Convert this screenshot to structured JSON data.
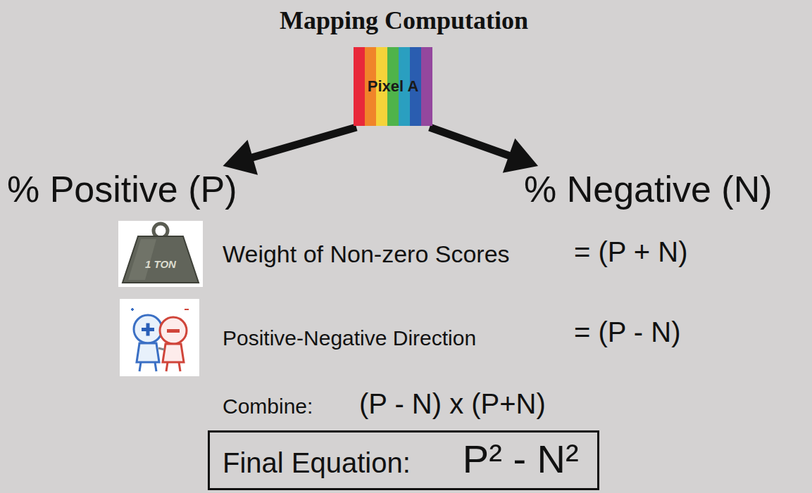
{
  "diagram": {
    "title": "Mapping Computation",
    "nodes": [
      {
        "text": [
          "Pixel A"
        ]
      },
      {
        "text": [
          "% Positive (P)"
        ]
      },
      {
        "text": [
          "% Negative (N)"
        ]
      },
      {
        "text": [
          "Final Equation:",
          "P² - N²"
        ]
      }
    ],
    "edges": [
      {
        "from": 0,
        "to": 1,
        "arrow": "to"
      },
      {
        "from": 0,
        "to": 2,
        "arrow": "to"
      }
    ],
    "labels": [
      "1 TON",
      "Weight of Non-zero Scores",
      "= (P + N)",
      "Positive-Negative Direction",
      "= (P - N)",
      "Combine:",
      "(P - N) x (P+N)"
    ]
  }
}
